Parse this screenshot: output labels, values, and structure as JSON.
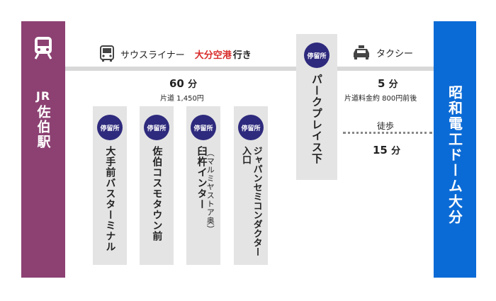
{
  "origin": {
    "prefix": "JR",
    "name": "佐伯駅",
    "color": "#8c4172"
  },
  "destination": {
    "name": "昭和電工ドーム大分",
    "color": "#0b6bd6"
  },
  "bus": {
    "name": "サウスライナー",
    "dest": "大分空港",
    "dest_suffix": "行き",
    "dest_color": "#d92b2b",
    "time": "60",
    "time_unit": "分",
    "fare": "片道 1,450円"
  },
  "badge_label": "停留所",
  "stops": [
    {
      "name": "大手前バスターミナル"
    },
    {
      "name": "佐伯コスモタウン前"
    },
    {
      "name": "臼杵インター",
      "sub": "（マルミヤストア奥）"
    },
    {
      "name": "ジャパンセミコンダクター入口"
    }
  ],
  "transfer_stop": {
    "name": "パークプレイス下"
  },
  "taxi": {
    "name": "タクシー",
    "time": "5",
    "time_unit": "分",
    "fare": "片道料金約 800円前後"
  },
  "walk": {
    "name": "徒歩",
    "time": "15",
    "time_unit": "分"
  },
  "icons": [
    "train-icon",
    "bus-icon",
    "taxi-icon"
  ]
}
